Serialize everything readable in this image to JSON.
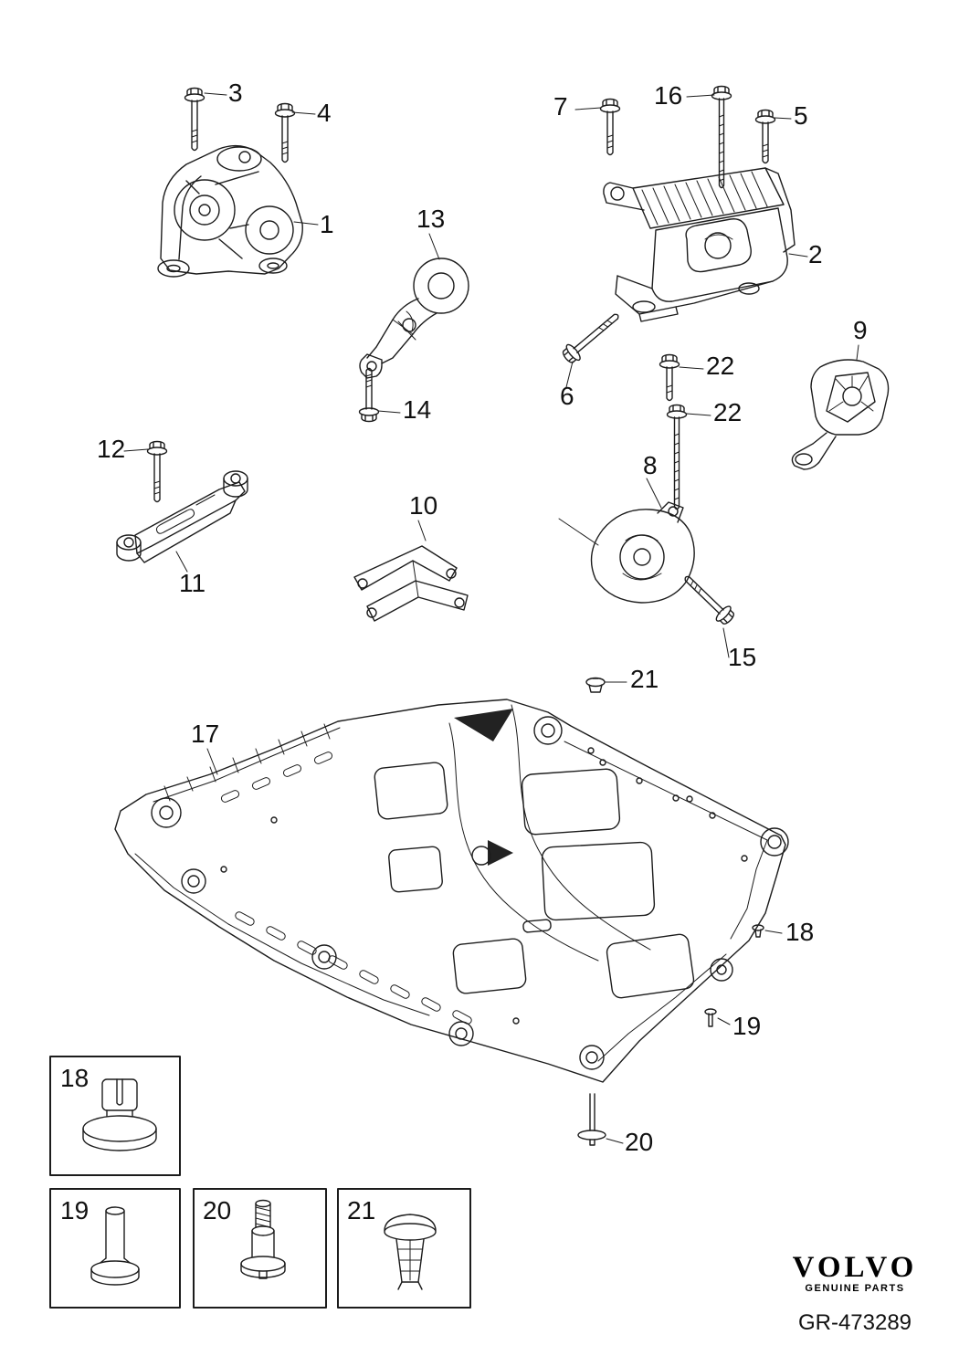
{
  "figure": {
    "type": "exploded-parts-diagram"
  },
  "callouts": {
    "part1": "1",
    "part2": "2",
    "bolt3": "3",
    "bolt4": "4",
    "bolt5": "5",
    "bolt6": "6",
    "bolt7": "7",
    "part8": "8",
    "part9": "9",
    "part10": "10",
    "part11": "11",
    "bolt12": "12",
    "part13": "13",
    "bolt14": "14",
    "bolt15": "15",
    "bolt16": "16",
    "part17": "17",
    "clip18": "18",
    "screw19": "19",
    "screw20": "20",
    "clip21": "21",
    "bolt22_upper": "22",
    "bolt22_lower": "22"
  },
  "insets": {
    "box18": "18",
    "box19": "19",
    "box20": "20",
    "box21": "21"
  },
  "footer": {
    "brand": "VOLVO",
    "brand_subtitle": "GENUINE PARTS",
    "reference": "GR-473289"
  }
}
